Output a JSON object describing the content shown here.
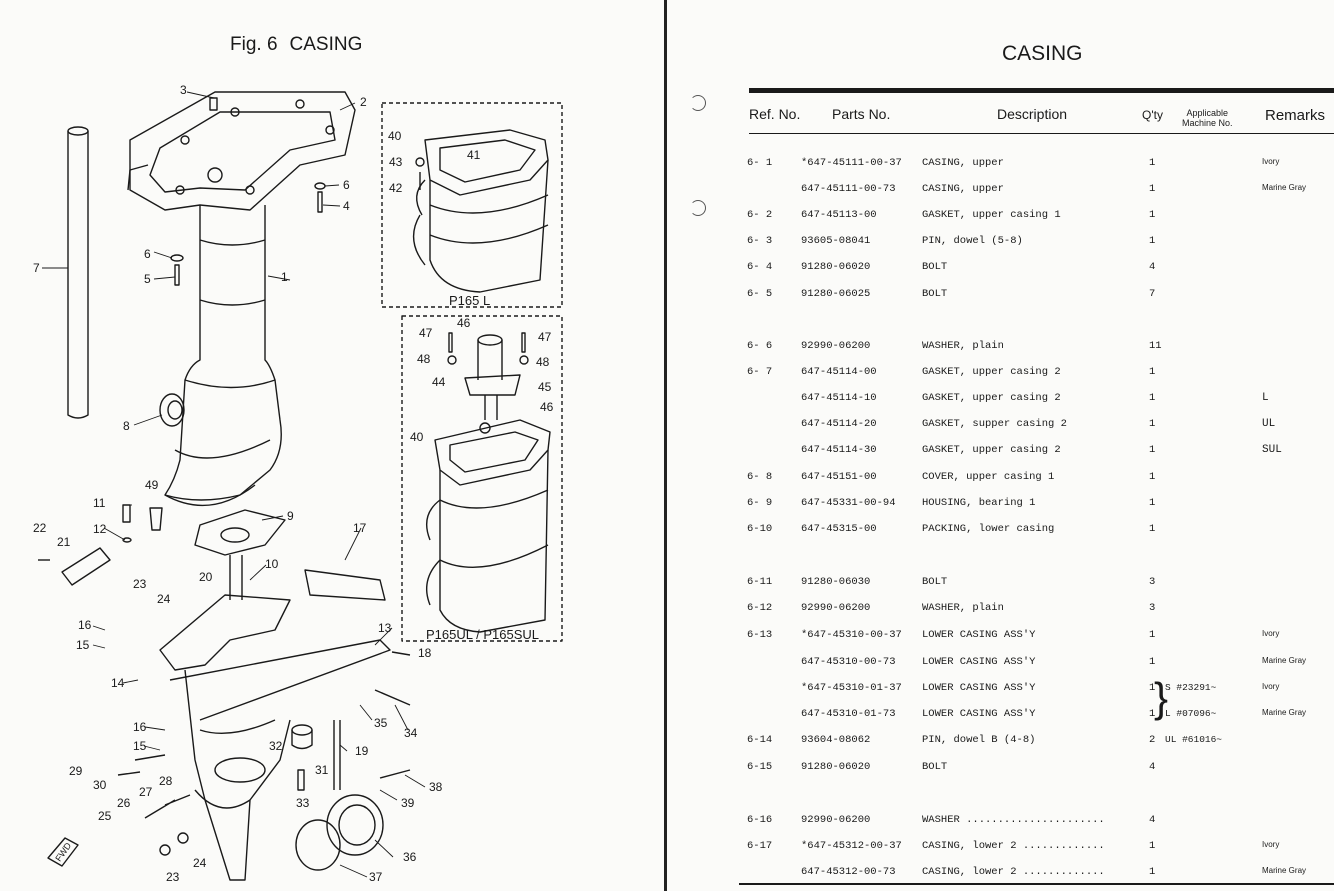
{
  "figure": {
    "title_prefix": "Fig. 6",
    "title": "CASING",
    "callouts": [
      "1",
      "2",
      "3",
      "4",
      "5",
      "6",
      "7",
      "8",
      "9",
      "10",
      "11",
      "12",
      "13",
      "14",
      "15",
      "16",
      "17",
      "18",
      "19",
      "20",
      "21",
      "22",
      "23",
      "24",
      "25",
      "26",
      "27",
      "28",
      "29",
      "30",
      "31",
      "32",
      "33",
      "34",
      "35",
      "36",
      "37",
      "38",
      "39",
      "40",
      "41",
      "42",
      "43",
      "44",
      "45",
      "46",
      "47",
      "48",
      "49"
    ],
    "box1_caption": "P165 L",
    "box2_caption": "P165UL / P165SUL",
    "fwd_mark": "FWD"
  },
  "table": {
    "title": "CASING",
    "headers": {
      "ref": "Ref. No.",
      "parts": "Parts No.",
      "description": "Description",
      "qty": "Q'ty",
      "applicable_line1": "Applicable",
      "applicable_line2": "Machine No.",
      "remarks": "Remarks"
    },
    "rows": [
      {
        "ref": "6- 1",
        "part": "*647-45111-00-37",
        "desc": "CASING, upper",
        "qty": "1",
        "app": "",
        "rem": "Ivory"
      },
      {
        "ref": "",
        "part": "647-45111-00-73",
        "desc": "CASING, upper",
        "qty": "1",
        "app": "",
        "rem": "Marine Gray"
      },
      {
        "ref": "6- 2",
        "part": "647-45113-00",
        "desc": "GASKET, upper casing 1",
        "qty": "1",
        "app": "",
        "rem": ""
      },
      {
        "ref": "6- 3",
        "part": "93605-08041",
        "desc": "PIN, dowel (5-8)",
        "qty": "1",
        "app": "",
        "rem": ""
      },
      {
        "ref": "6- 4",
        "part": "91280-06020",
        "desc": "BOLT",
        "qty": "4",
        "app": "",
        "rem": ""
      },
      {
        "ref": "6- 5",
        "part": "91280-06025",
        "desc": "BOLT",
        "qty": "7",
        "app": "",
        "rem": ""
      },
      {
        "ref": "6- 6",
        "part": "92990-06200",
        "desc": "WASHER, plain",
        "qty": "11",
        "app": "",
        "rem": ""
      },
      {
        "ref": "6- 7",
        "part": "647-45114-00",
        "desc": "GASKET, upper casing 2",
        "qty": "1",
        "app": "",
        "rem": ""
      },
      {
        "ref": "",
        "part": "647-45114-10",
        "desc": "GASKET, upper casing 2",
        "qty": "1",
        "app": "",
        "rem": "L"
      },
      {
        "ref": "",
        "part": "647-45114-20",
        "desc": "GASKET, supper casing 2",
        "qty": "1",
        "app": "",
        "rem": "UL"
      },
      {
        "ref": "",
        "part": "647-45114-30",
        "desc": "GASKET, upper casing 2",
        "qty": "1",
        "app": "",
        "rem": "SUL"
      },
      {
        "ref": "6- 8",
        "part": "647-45151-00",
        "desc": "COVER, upper casing 1",
        "qty": "1",
        "app": "",
        "rem": ""
      },
      {
        "ref": "6- 9",
        "part": "647-45331-00-94",
        "desc": "HOUSING, bearing 1",
        "qty": "1",
        "app": "",
        "rem": ""
      },
      {
        "ref": "6-10",
        "part": "647-45315-00",
        "desc": "PACKING, lower casing",
        "qty": "1",
        "app": "",
        "rem": ""
      },
      {
        "ref": "6-11",
        "part": "91280-06030",
        "desc": "BOLT",
        "qty": "3",
        "app": "",
        "rem": ""
      },
      {
        "ref": "6-12",
        "part": "92990-06200",
        "desc": "WASHER, plain",
        "qty": "3",
        "app": "",
        "rem": ""
      },
      {
        "ref": "6-13",
        "part": "*647-45310-00-37",
        "desc": "LOWER CASING ASS'Y",
        "qty": "1",
        "app": "",
        "rem": "Ivory"
      },
      {
        "ref": "",
        "part": "647-45310-00-73",
        "desc": "LOWER CASING ASS'Y",
        "qty": "1",
        "app": "",
        "rem": "Marine Gray"
      },
      {
        "ref": "",
        "part": "*647-45310-01-37",
        "desc": "LOWER CASING ASS'Y",
        "qty": "1",
        "app": "S #23291~",
        "rem": "Ivory"
      },
      {
        "ref": "",
        "part": "647-45310-01-73",
        "desc": "LOWER CASING ASS'Y",
        "qty": "1",
        "app": "L #07096~",
        "rem": "Marine Gray"
      },
      {
        "ref": "6-14",
        "part": "93604-08062",
        "desc": "PIN, dowel B (4-8)",
        "qty": "2",
        "app": "UL #61016~",
        "rem": ""
      },
      {
        "ref": "6-15",
        "part": "91280-06020",
        "desc": "BOLT",
        "qty": "4",
        "app": "",
        "rem": ""
      },
      {
        "ref": "6-16",
        "part": "92990-06200",
        "desc": "WASHER ......................",
        "qty": "4",
        "app": "",
        "rem": ""
      },
      {
        "ref": "6-17",
        "part": "*647-45312-00-37",
        "desc": "CASING, lower 2 .............",
        "qty": "1",
        "app": "",
        "rem": "Ivory"
      },
      {
        "ref": "",
        "part": "647-45312-00-73",
        "desc": "CASING, lower 2 .............",
        "qty": "1",
        "app": "",
        "rem": "Marine Gray"
      }
    ]
  }
}
